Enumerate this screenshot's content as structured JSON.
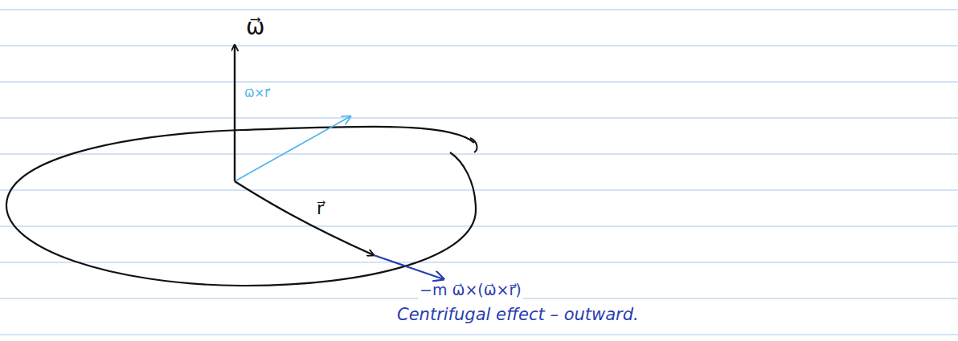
{
  "diagram": {
    "labels": [
      "ω⃗",
      "ω⃗×r⃗",
      "r⃗",
      "−m ω⃗×(ω⃗×r⃗)",
      "Centrifugal effect – outward."
    ]
  }
}
